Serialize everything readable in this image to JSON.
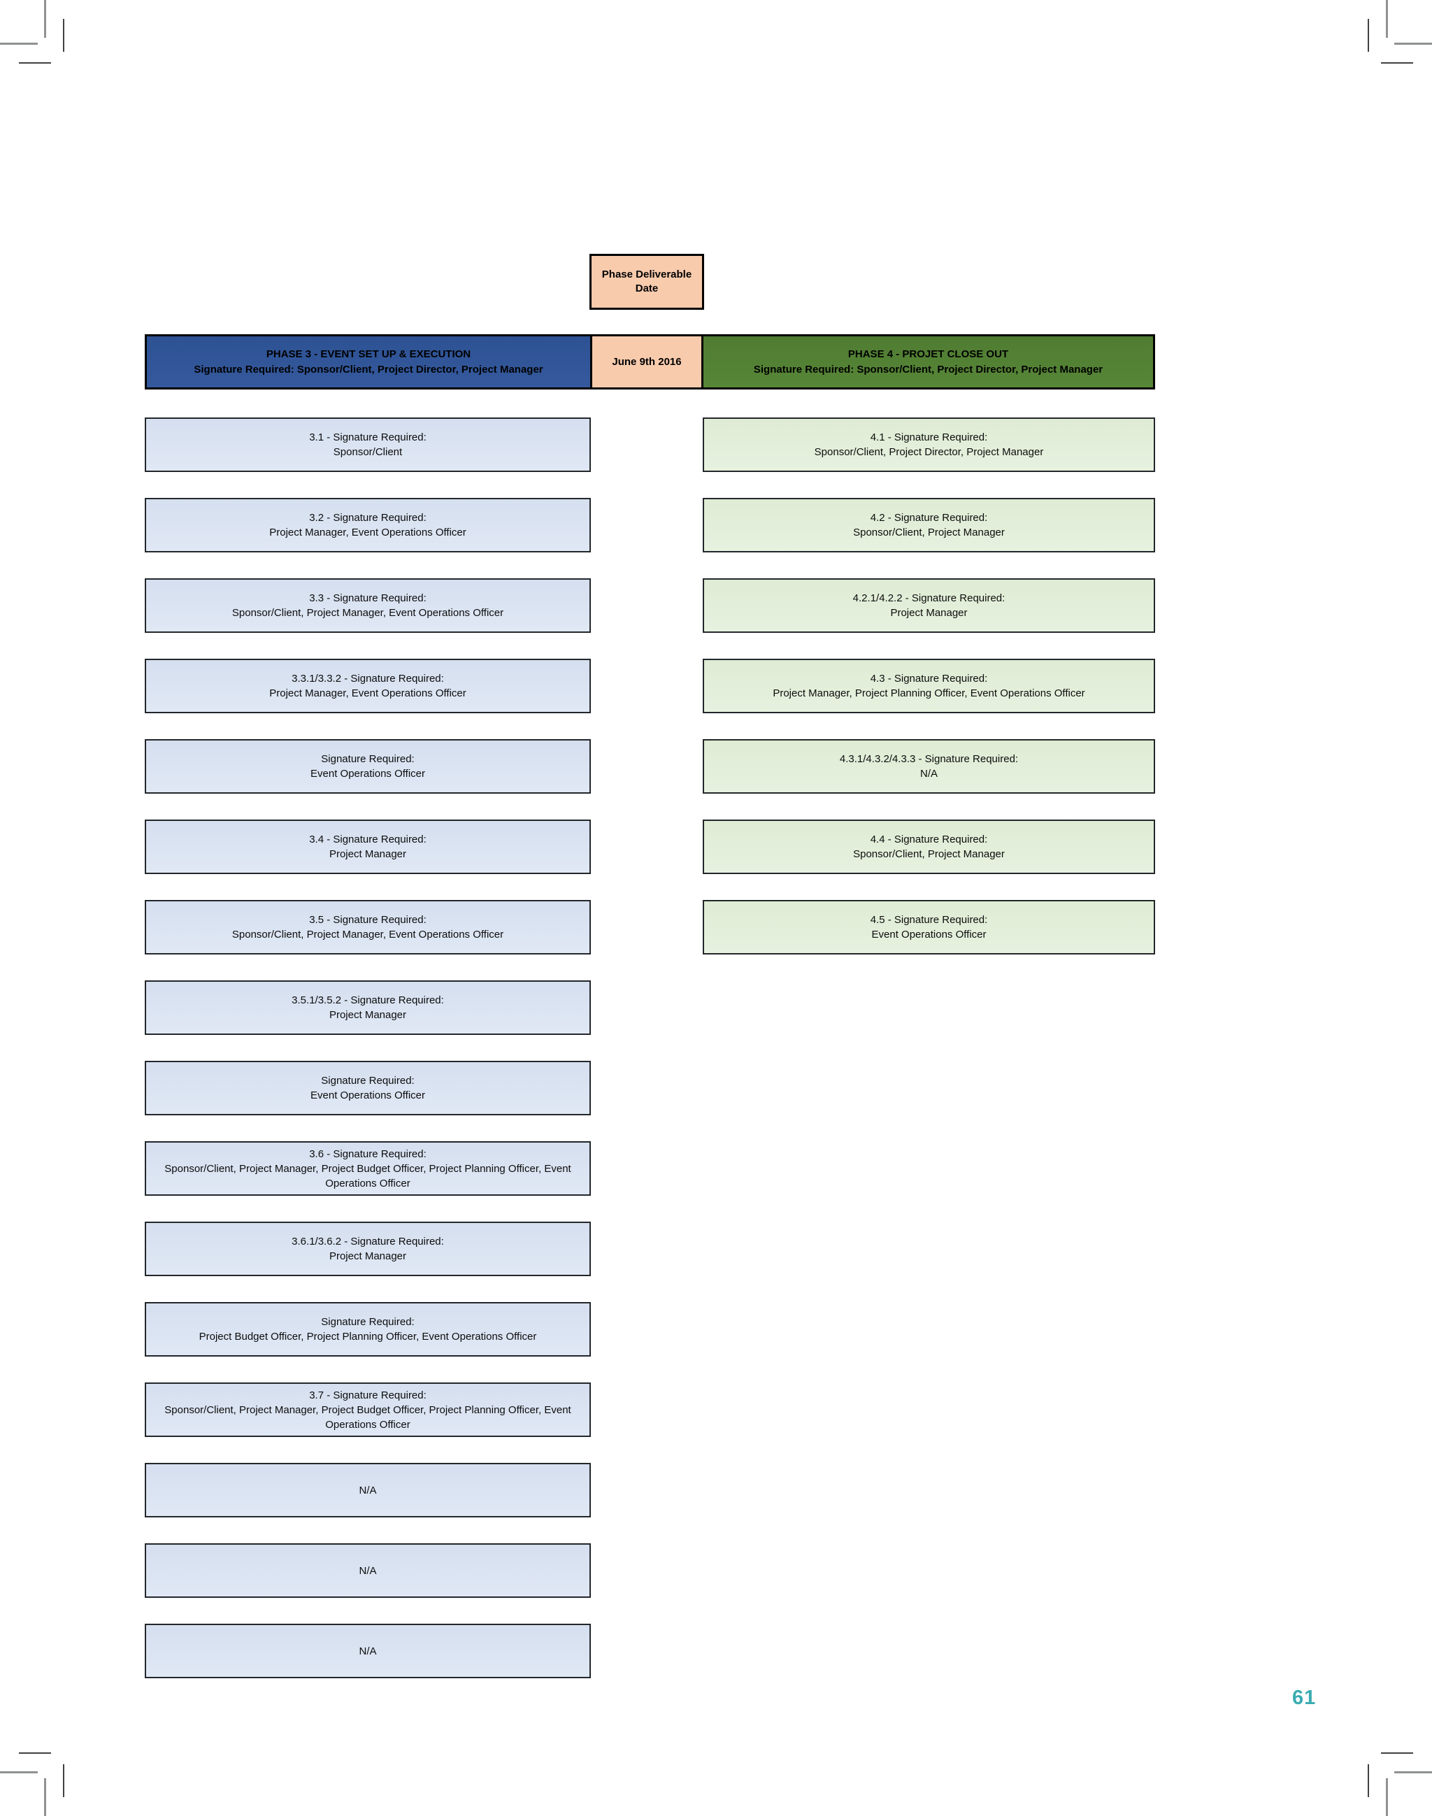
{
  "page": {
    "number": "61"
  },
  "colors": {
    "phase3_header": "#2F5597",
    "phase4_header": "#548235",
    "date_fill": "#F8CBAD",
    "phase3_box": "#DAE3F2",
    "phase4_box": "#E3EFDA",
    "page_number_teal": "#39ACB1"
  },
  "legend": {
    "label": "Phase Deliverable Date"
  },
  "date_header": {
    "label": "June 9th 2016"
  },
  "phase3": {
    "header": {
      "title": "PHASE 3 - EVENT SET UP & EXECUTION",
      "subtitle": "Signature Required: Sponsor/Client, Project Director, Project Manager"
    },
    "boxes": [
      {
        "title": "3.1 - Signature Required:",
        "roles": "Sponsor/Client"
      },
      {
        "title": "3.2 - Signature Required:",
        "roles": "Project Manager, Event Operations Officer"
      },
      {
        "title": "3.3 - Signature Required:",
        "roles": "Sponsor/Client, Project Manager, Event Operations Officer"
      },
      {
        "title": "3.3.1/3.3.2 - Signature Required:",
        "roles": "Project Manager, Event Operations Officer"
      },
      {
        "title": "Signature Required:",
        "roles": "Event Operations Officer"
      },
      {
        "title": "3.4 - Signature Required:",
        "roles": "Project Manager"
      },
      {
        "title": "3.5 - Signature Required:",
        "roles": "Sponsor/Client, Project Manager, Event Operations Officer"
      },
      {
        "title": "3.5.1/3.5.2 - Signature Required:",
        "roles": "Project Manager"
      },
      {
        "title": "Signature Required:",
        "roles": "Event Operations Officer"
      },
      {
        "title": "3.6 - Signature Required:",
        "roles": "Sponsor/Client, Project Manager, Project Budget Officer, Project Planning Officer, Event Operations Officer"
      },
      {
        "title": "3.6.1/3.6.2 - Signature Required:",
        "roles": "Project Manager"
      },
      {
        "title": "Signature Required:",
        "roles": "Project Budget Officer, Project Planning Officer, Event Operations Officer"
      },
      {
        "title": "3.7 - Signature Required:",
        "roles": "Sponsor/Client, Project Manager, Project Budget Officer, Project Planning Officer, Event Operations Officer"
      },
      {
        "title": "N/A",
        "roles": ""
      },
      {
        "title": "N/A",
        "roles": ""
      },
      {
        "title": "N/A",
        "roles": ""
      }
    ]
  },
  "phase4": {
    "header": {
      "title": "PHASE 4 - PROJET CLOSE OUT",
      "subtitle": "Signature Required: Sponsor/Client, Project Director, Project Manager"
    },
    "boxes": [
      {
        "title": "4.1 - Signature Required:",
        "roles": "Sponsor/Client, Project Director, Project Manager"
      },
      {
        "title": "4.2 - Signature Required:",
        "roles": "Sponsor/Client, Project Manager"
      },
      {
        "title": "4.2.1/4.2.2 - Signature Required:",
        "roles": "Project Manager"
      },
      {
        "title": "4.3 - Signature Required:",
        "roles": "Project Manager, Project Planning Officer, Event Operations Officer"
      },
      {
        "title": "4.3.1/4.3.2/4.3.3 - Signature Required:",
        "roles": "N/A"
      },
      {
        "title": "4.4 - Signature Required:",
        "roles": "Sponsor/Client, Project Manager"
      },
      {
        "title": "4.5 - Signature Required:",
        "roles": "Event Operations Officer"
      }
    ]
  }
}
